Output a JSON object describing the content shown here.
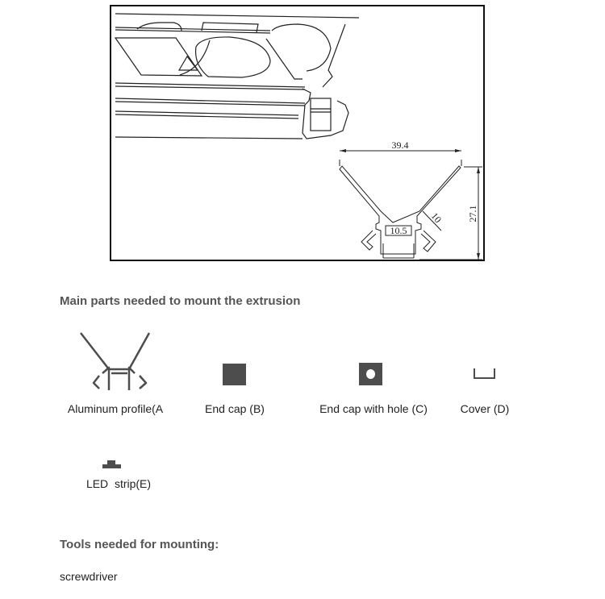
{
  "drawing": {
    "dimensions": {
      "width_top": "39.4",
      "height": "27.1",
      "channel_width": "10.5",
      "side": "10"
    }
  },
  "parts_section": {
    "heading": "Main parts needed to mount the extrusion",
    "parts": [
      {
        "label": "Aluminum profile(A",
        "icon": "profile-icon"
      },
      {
        "label": "End cap (B)",
        "icon": "end-cap-icon"
      },
      {
        "label": "End cap with hole (C)",
        "icon": "end-cap-hole-icon"
      },
      {
        "label": "Cover (D)",
        "icon": "cover-icon"
      },
      {
        "label": "LED  strip(E)",
        "icon": "led-strip-icon"
      }
    ],
    "icon_color": "#4d4d4d"
  },
  "tools_section": {
    "heading": "Tools needed for mounting:",
    "tools": [
      "screwdriver"
    ]
  }
}
